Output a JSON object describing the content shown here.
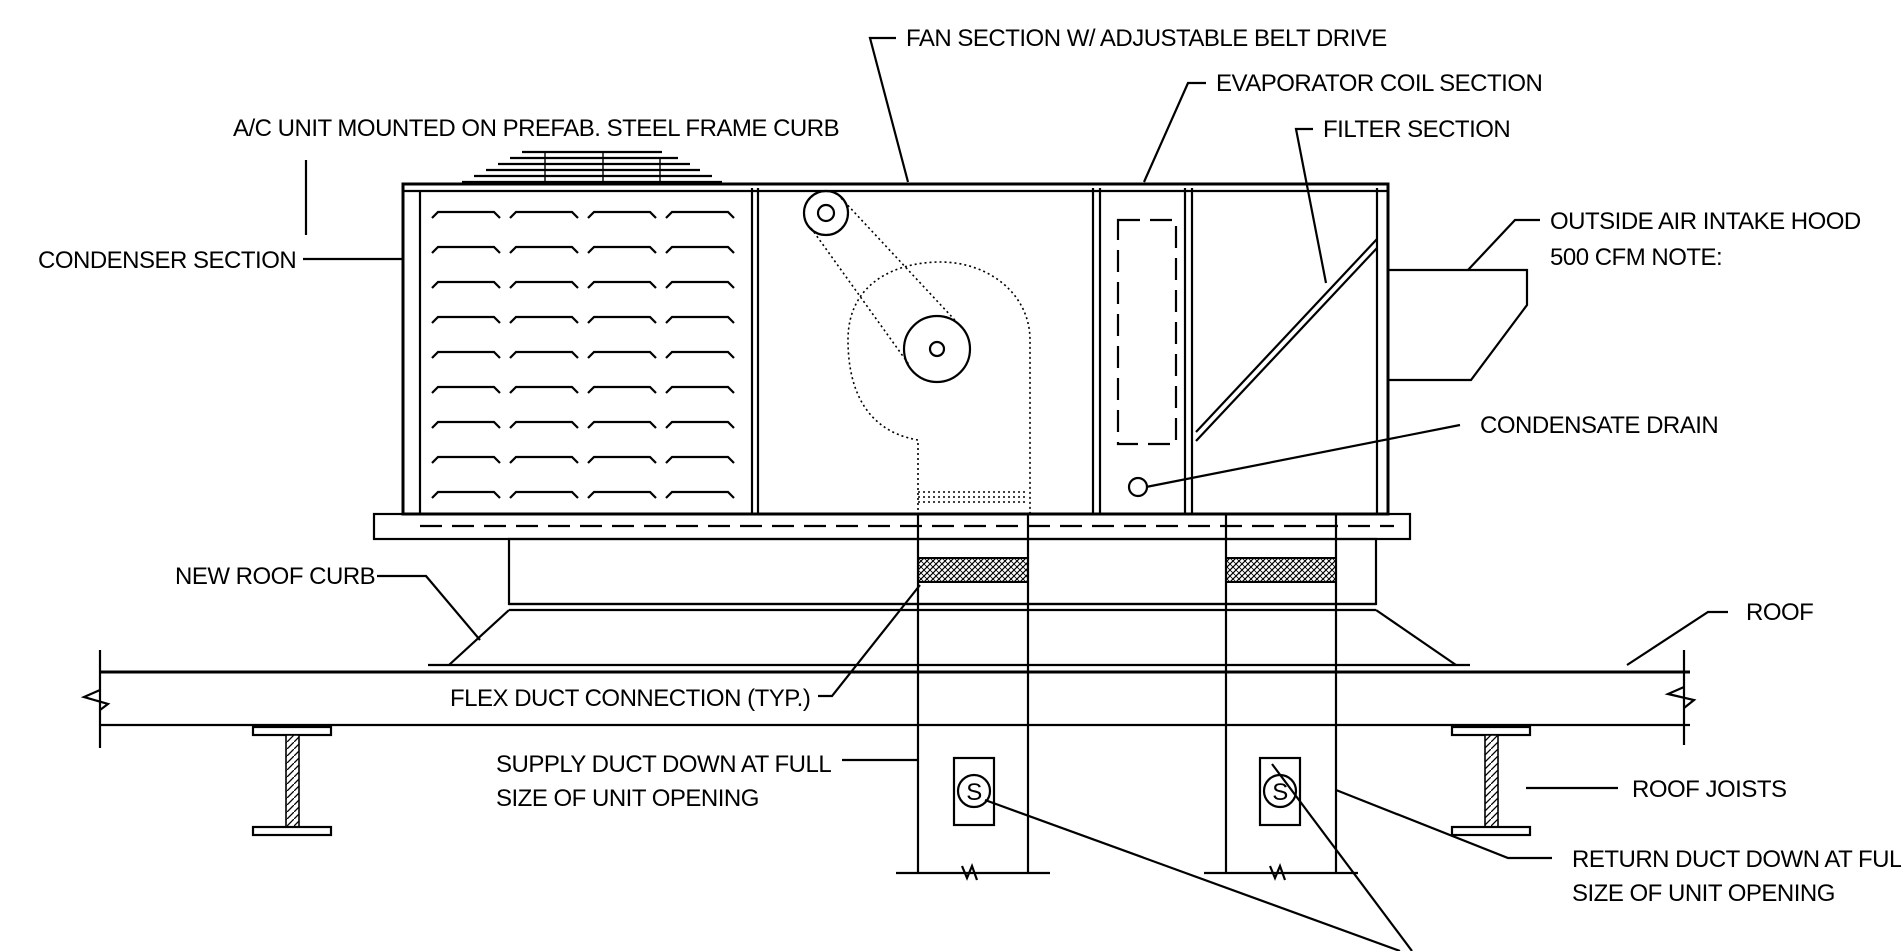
{
  "labels": {
    "fan_section": "FAN SECTION W/ ADJUSTABLE BELT DRIVE",
    "evaporator_coil": "EVAPORATOR COIL SECTION",
    "filter_section": "FILTER SECTION",
    "ac_unit": "A/C UNIT MOUNTED ON PREFAB. STEEL FRAME CURB",
    "condenser_section": "CONDENSER SECTION",
    "outside_air_line1": "OUTSIDE AIR INTAKE HOOD",
    "outside_air_line2": "500 CFM  NOTE:",
    "condensate_drain": "CONDENSATE DRAIN",
    "new_roof_curb": "NEW ROOF CURB",
    "roof": "ROOF",
    "flex_duct": "FLEX DUCT CONNECTION (TYP.)",
    "supply_line1": "SUPPLY DUCT DOWN AT FULL",
    "supply_line2": "SIZE OF UNIT OPENING",
    "roof_joists": "ROOF JOISTS",
    "return_line1": "RETURN DUCT DOWN AT FULL",
    "return_line2": "SIZE OF UNIT OPENING",
    "smoke_detector_symbol": "S"
  }
}
